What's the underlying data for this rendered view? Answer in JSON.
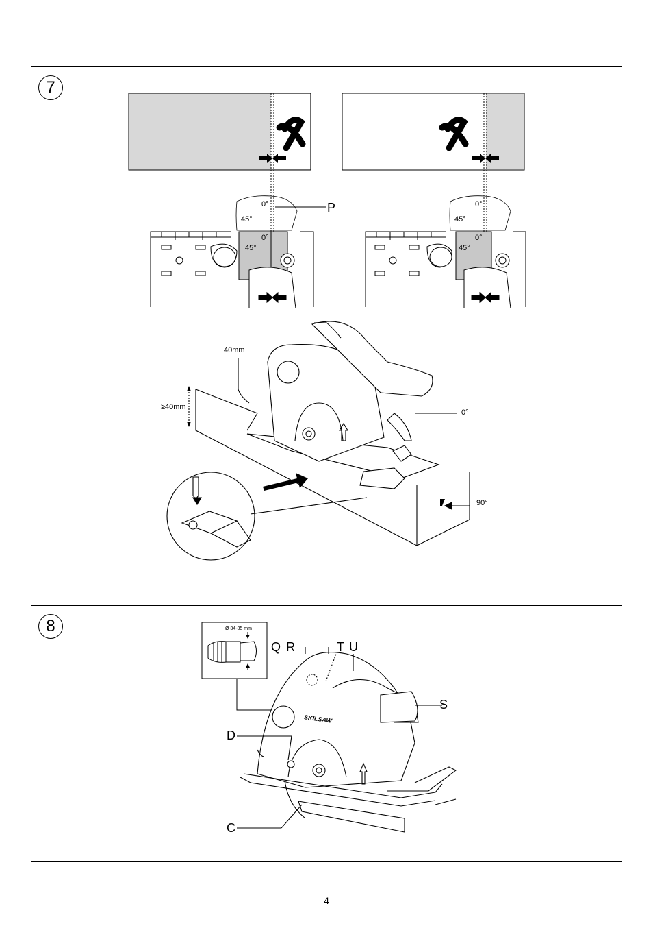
{
  "page_number": "4",
  "figures": [
    {
      "number": "7",
      "labels": {
        "p": "P",
        "scale_top_0": "0°",
        "scale_top_45": "45°",
        "scale_low_0": "0°",
        "scale_low_45": "45°",
        "depth_40": "40mm",
        "depth_ge40": "≥40mm",
        "bevel_0": "0°",
        "angle_90": "90°"
      }
    },
    {
      "number": "8",
      "hose_spec": "Ø 34-35 mm",
      "labels": {
        "q": "Q",
        "r": "R",
        "t": "T",
        "u": "U",
        "s": "S",
        "d": "D",
        "c": "C",
        "brand": "SKILSAW"
      }
    }
  ]
}
